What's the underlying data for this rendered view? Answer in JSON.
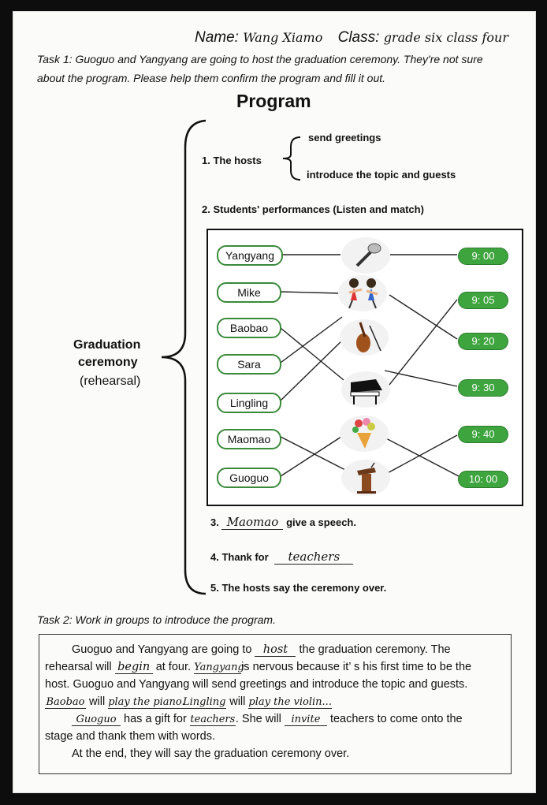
{
  "header": {
    "name_label": "Name:",
    "name_value": "Wang Xiamo",
    "class_label": "Class:",
    "class_value": "grade six class four"
  },
  "task1": {
    "line1": "Task 1: Guoguo and Yangyang are going to host the graduation ceremony. They're not sure",
    "line2": "about the program. Please help them confirm the program and fill it out."
  },
  "program": {
    "title": "Program",
    "side_line1": "Graduation",
    "side_line2": "ceremony",
    "side_line3": "(rehearsal)",
    "item1": "1. The hosts",
    "item1_a": "send greetings",
    "item1_b": "introduce the topic and guests",
    "item2": "2. Students' performances (Listen and match)",
    "item3_num": "3.",
    "item3_blank": "Maomao",
    "item3_rest": "give a speech.",
    "item4_text": "4. Thank for",
    "item4_blank": "teachers",
    "item5": "5. The hosts say the ceremony over."
  },
  "match": {
    "names": [
      "Yangyang",
      "Mike",
      "Baobao",
      "Sara",
      "Lingling",
      "Maomao",
      "Guoguo"
    ],
    "pictures": [
      "microphone-icon",
      "dancing-kids-icon",
      "violin-icon",
      "piano-icon",
      "flowers-icon",
      "podium-icon"
    ],
    "times": [
      "9: 00",
      "9: 05",
      "9: 20",
      "9: 30",
      "9: 40",
      "10: 00"
    ]
  },
  "task2": {
    "title": "Task 2: Work in groups to introduce the program.",
    "p1_a": "Guoguo and Yangyang are going to",
    "p1_blank": "host",
    "p1_b": "the graduation ceremony. The",
    "p2_a": "rehearsal will",
    "p2_blank1": "begin",
    "p2_b": "at four.",
    "p2_blank2": "Yangyang",
    "p2_c": "is nervous because it’  s his first time to be the",
    "p3": "host. Guoguo and Yangyang will send greetings and introduce the topic and guests.",
    "p4_blank1": "Baobao",
    "p4_a": "will",
    "p4_blank2": "play the piano.",
    "p4_blank3": "Lingling",
    "p4_b": "will",
    "p4_blank4": "play the violin...",
    "p5_blank1": "Guoguo",
    "p5_a": "has a gift for",
    "p5_blank2": "teachers",
    "p5_b": ". She will",
    "p5_blank3": "invite",
    "p5_c": "teachers to come onto the",
    "p6": "stage and thank them with words.",
    "p7": "At the end, they will say the graduation ceremony over."
  },
  "colors": {
    "pill_border": "#3a8a3a",
    "time_fill": "#3ea53e"
  }
}
